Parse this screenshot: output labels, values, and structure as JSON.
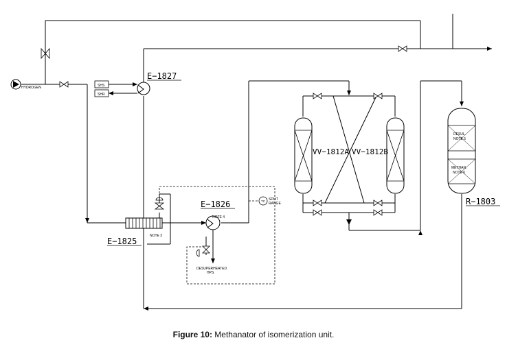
{
  "labels": {
    "hydrogen": "HYDROGEN",
    "e1827": "E−1827",
    "e1825": "E−1825",
    "e1826": "E−1826",
    "vv1812a": "VV−1812A",
    "vv1812b": "VV−1812B",
    "r1803": "R−1803",
    "shs": "SHS",
    "shr": "SHR",
    "note3": "NOTE 3",
    "note4": "NOTE 4",
    "tc": "TC",
    "split_range_1": "SPLIT",
    "split_range_2": "RANGE",
    "desuper_1": "DESUPERHEATED",
    "desuper_2": "HPS",
    "desulf_1": "DESUL.",
    "desulf_2": "NOTE 5",
    "methan_1": "METHAN.",
    "methan_2": "NOTE 6"
  },
  "caption": {
    "prefix": "Figure 10:",
    "text": " Methanator of isomerization unit."
  }
}
